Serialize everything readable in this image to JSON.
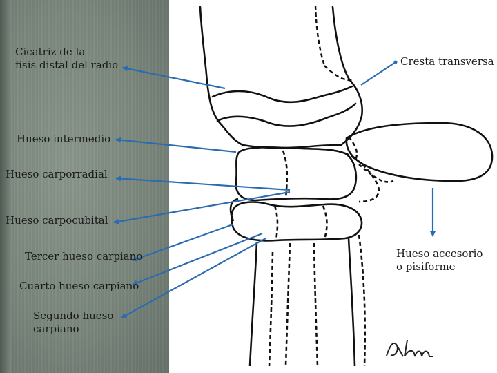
{
  "colors": {
    "panel": "#7b877d",
    "arrow": "#2b6cb0",
    "line": "#111111"
  },
  "labels": {
    "cicatriz": "Cicatriz de la\nfisis distal del radio",
    "cresta": "Cresta transversa",
    "intermedio": "Hueso intermedio",
    "carporradial": "Hueso carporradial",
    "carpocubital": "Hueso carpocubital",
    "tercer": "Tercer hueso carpiano",
    "cuarto": "Cuarto hueso carpiano",
    "segundo": "Segundo hueso\ncarpiano",
    "accesorio": "Hueso accesorio\no pisiforme"
  },
  "signature": "Alum"
}
